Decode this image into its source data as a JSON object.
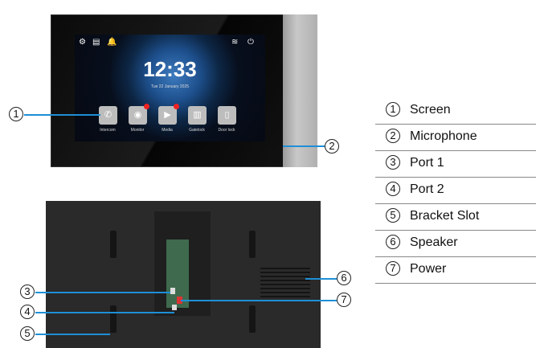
{
  "screen": {
    "time": "12:33",
    "date": "Tue 22 January 2025",
    "apps": [
      {
        "label": "Intercom",
        "icon": "phone-icon"
      },
      {
        "label": "Monitor",
        "icon": "camera-icon"
      },
      {
        "label": "Media",
        "icon": "play-icon"
      },
      {
        "label": "Gatelock",
        "icon": "gate-icon"
      },
      {
        "label": "Door lock",
        "icon": "door-icon"
      }
    ]
  },
  "callouts": [
    "1",
    "2",
    "3",
    "4",
    "5",
    "6",
    "7"
  ],
  "legend": [
    {
      "num": "1",
      "label": "Screen"
    },
    {
      "num": "2",
      "label": "Microphone"
    },
    {
      "num": "3",
      "label": "Port 1"
    },
    {
      "num": "4",
      "label": "Port 2"
    },
    {
      "num": "5",
      "label": "Bracket Slot"
    },
    {
      "num": "6",
      "label": "Speaker"
    },
    {
      "num": "7",
      "label": "Power"
    }
  ],
  "colors": {
    "leader": "#1e8fd6"
  }
}
